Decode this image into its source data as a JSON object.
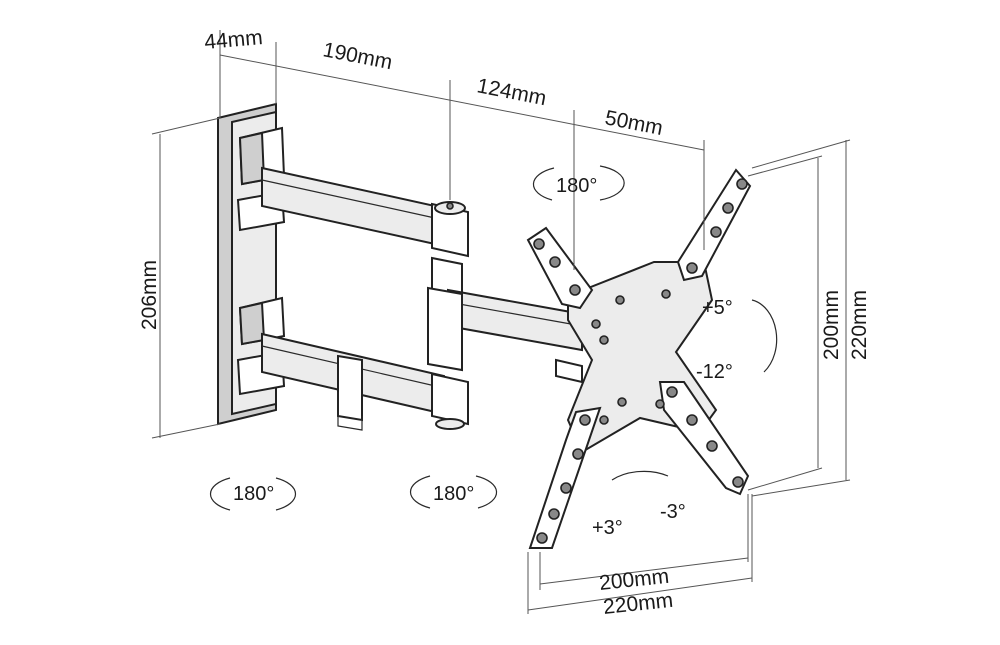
{
  "dimensions": {
    "plate_depth": "44mm",
    "arm_1": "190mm",
    "arm_2": "124mm",
    "arm_3": "50mm",
    "wall_plate_height": "206mm",
    "vesa_vertical_inner": "200mm",
    "vesa_vertical_outer": "220mm",
    "vesa_horizontal_inner": "200mm",
    "vesa_horizontal_outer": "220mm"
  },
  "rotations": {
    "wall_swivel": "180°",
    "elbow_swivel": "180°",
    "head_swivel": "180°",
    "tilt_up": "+5°",
    "tilt_down": "-12°",
    "level_plus": "+3°",
    "level_minus": "-3°"
  }
}
